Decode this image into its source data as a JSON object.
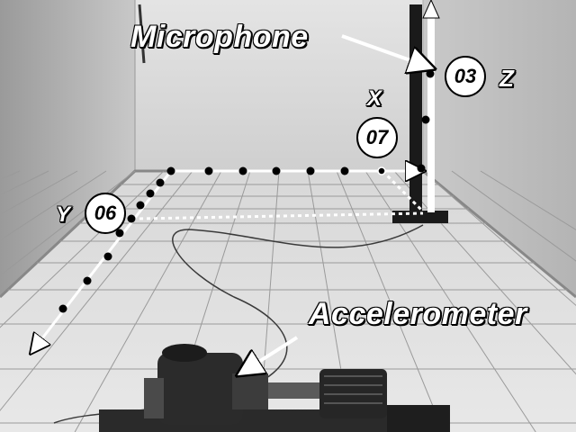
{
  "annotations": {
    "microphone_label": "Microphone",
    "accelerometer_label": "Accelerometer",
    "axis_x_label": "X",
    "axis_y_label": "Y",
    "axis_z_label": "Z",
    "point_x_number": "07",
    "point_y_number": "06",
    "point_z_number": "03"
  },
  "colors": {
    "marker_fill": "#000000",
    "arrow": "#ffffff",
    "label_text": "#ffffff"
  }
}
